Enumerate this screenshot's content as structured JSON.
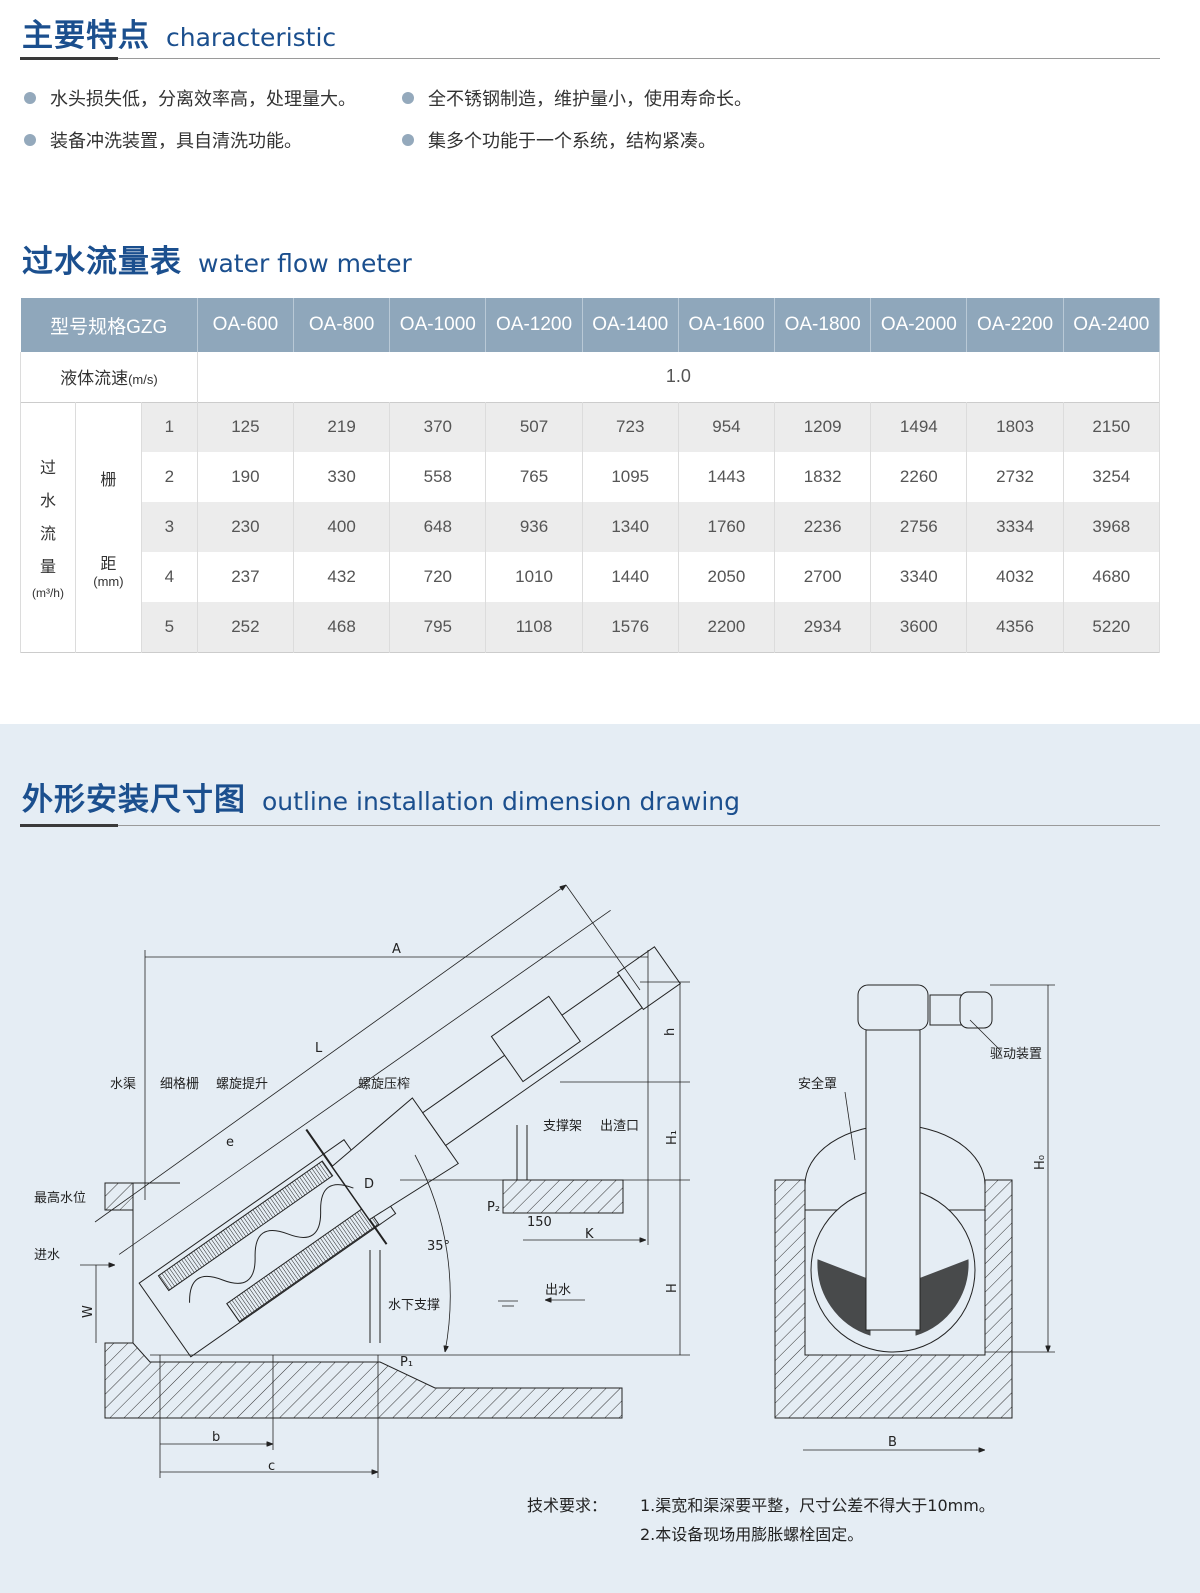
{
  "characteristic": {
    "title_cn": "主要特点",
    "title_en": "characteristic",
    "bullets": [
      "水头损失低，分离效率高，处理量大。",
      "全不锈钢制造，维护量小，使用寿命长。",
      "装备冲洗装置，具自清洗功能。",
      "集多个功能于一个系统，结构紧凑。"
    ]
  },
  "flow": {
    "title_cn": "过水流量表",
    "title_en": "water flow meter",
    "header_label": "型号规格GZG",
    "models": [
      "OA-600",
      "OA-800",
      "OA-1000",
      "OA-1200",
      "OA-1400",
      "OA-1600",
      "OA-1800",
      "OA-2000",
      "OA-2200",
      "OA-2400"
    ],
    "velocity_label": "液体流速",
    "velocity_unit": "(m/s)",
    "velocity_value": "1.0",
    "flow_label": [
      "过",
      "水",
      "流",
      "量"
    ],
    "flow_unit": "(m³/h)",
    "gap_label": [
      "栅",
      "距"
    ],
    "gap_unit": "(mm)",
    "rows": [
      {
        "gap": "1",
        "values": [
          "125",
          "219",
          "370",
          "507",
          "723",
          "954",
          "1209",
          "1494",
          "1803",
          "2150"
        ]
      },
      {
        "gap": "2",
        "values": [
          "190",
          "330",
          "558",
          "765",
          "1095",
          "1443",
          "1832",
          "2260",
          "2732",
          "3254"
        ]
      },
      {
        "gap": "3",
        "values": [
          "230",
          "400",
          "648",
          "936",
          "1340",
          "1760",
          "2236",
          "2756",
          "3334",
          "3968"
        ]
      },
      {
        "gap": "4",
        "values": [
          "237",
          "432",
          "720",
          "1010",
          "1440",
          "2050",
          "2700",
          "3340",
          "4032",
          "4680"
        ]
      },
      {
        "gap": "5",
        "values": [
          "252",
          "468",
          "795",
          "1108",
          "1576",
          "2200",
          "2934",
          "3600",
          "4356",
          "5220"
        ]
      }
    ]
  },
  "drawing": {
    "title_cn": "外形安装尺寸图",
    "title_en": "outline installation dimension drawing",
    "labels": {
      "channel": "水渠",
      "fine_screen": "细格栅",
      "screw_lift": "螺旋提升",
      "screw_press": "螺旋压榨",
      "max_water": "最高水位",
      "inlet": "进水",
      "outlet": "出水",
      "support": "支撑架",
      "slag_outlet": "出渣口",
      "underwater_support": "水下支撑",
      "safety_cover": "安全罩",
      "drive": "驱动装置"
    },
    "dims": {
      "A": "A",
      "L": "L",
      "h": "h",
      "H1": "H₁",
      "H": "H",
      "H0": "H₀",
      "K": "K",
      "b": "b",
      "c": "c",
      "e": "e",
      "D": "D",
      "W": "W",
      "B": "B",
      "P1": "P₁",
      "P2": "P₂",
      "d150": "150",
      "angle": "35°"
    },
    "requirements_label": "技术要求：",
    "requirements": [
      "1.渠宽和渠深要平整，尺寸公差不得大于10mm。",
      "2.本设备现场用膨胀螺栓固定。"
    ]
  }
}
